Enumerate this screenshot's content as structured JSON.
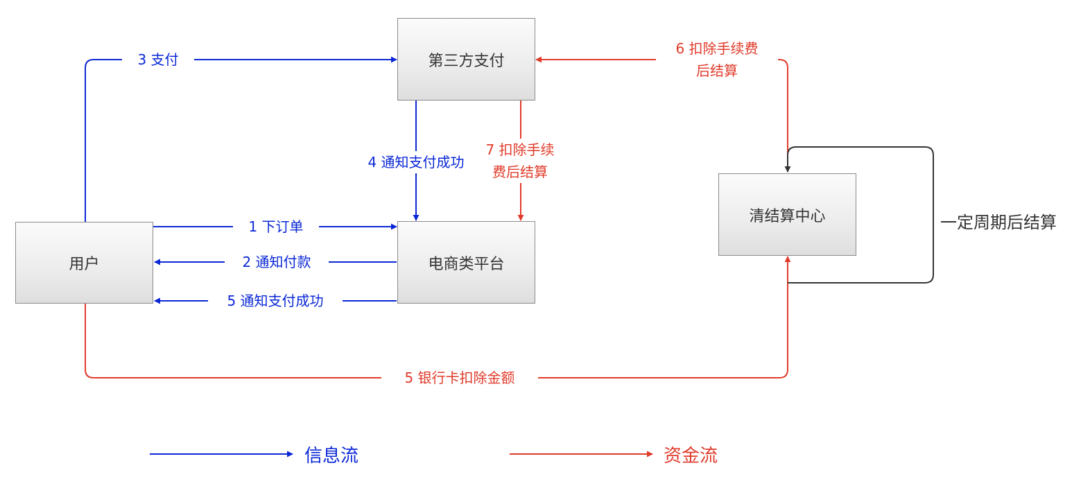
{
  "nodes": {
    "third_party": "第三方支付",
    "user": "用户",
    "ecommerce": "电商类平台",
    "clearing": "清结算中心"
  },
  "edges": {
    "pay": "3 支付",
    "notify_success_4": "4 通知支付成功",
    "fee_settle_7_line1": "7 扣除手续",
    "fee_settle_7_line2": "费后结算",
    "fee_settle_6_line1": "6 扣除手续费",
    "fee_settle_6_line2": "后结算",
    "place_order": "1 下订单",
    "notify_payment": "2 通知付款",
    "notify_success_5": "5 通知支付成功",
    "bank_deduct": "5 银行卡扣除金额",
    "periodic_settle": "一定周期后结算"
  },
  "legend": {
    "info_flow": "信息流",
    "fund_flow": "资金流"
  },
  "colors": {
    "info": "#0a27d6",
    "fund": "#e03a2a",
    "neutral": "#333333"
  }
}
